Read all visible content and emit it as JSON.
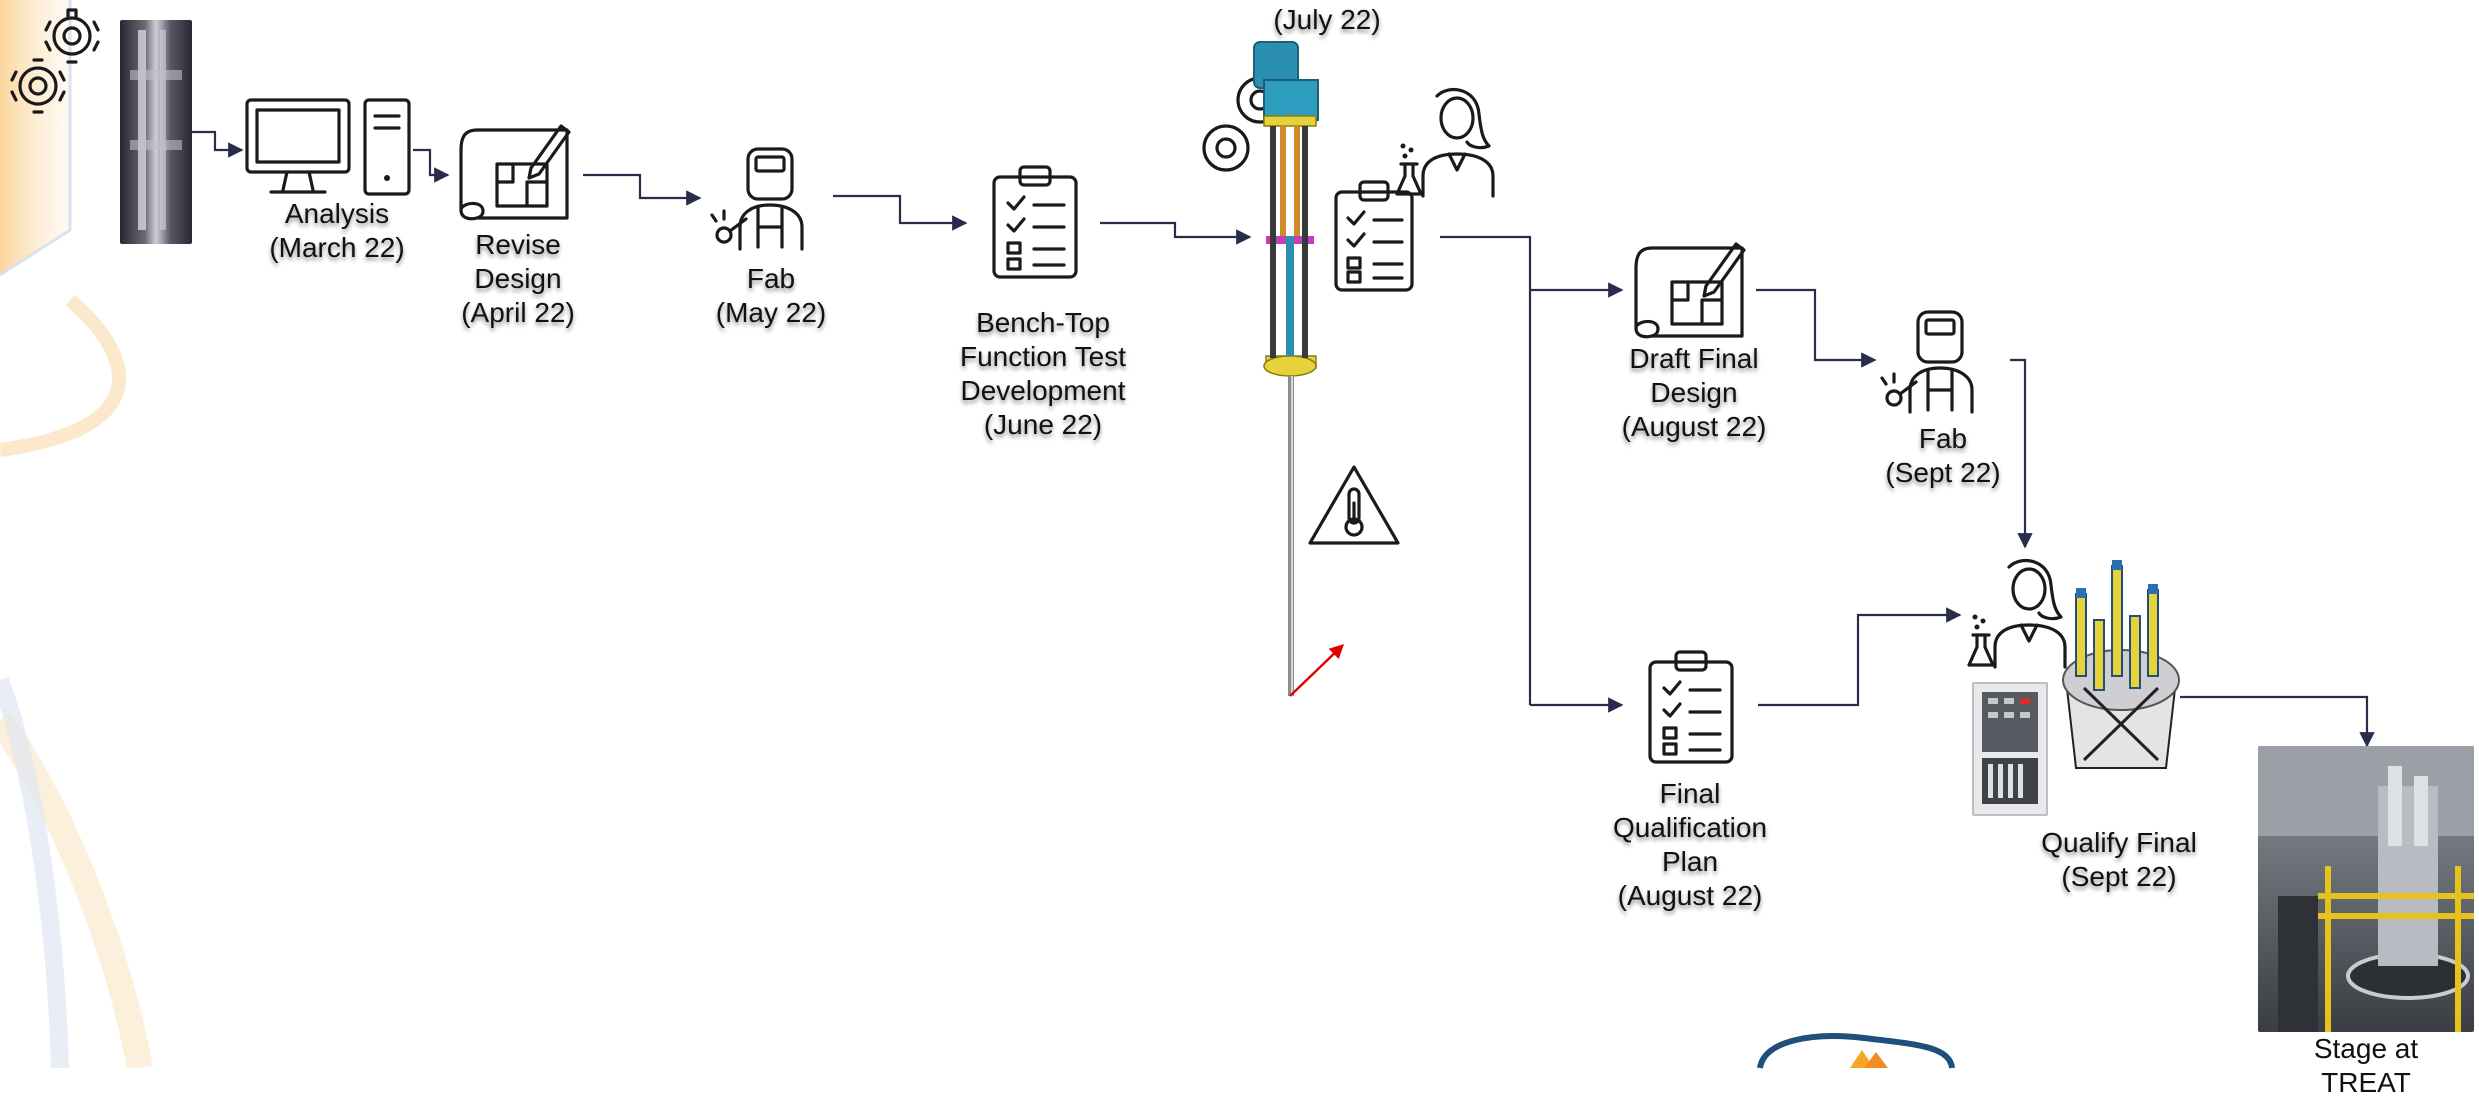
{
  "steps": {
    "analysis": "Analysis\n(March 22)",
    "revise": "Revise\nDesign\n(April 22)",
    "fab1": "Fab\n(May 22)",
    "bench": "Bench-Top\nFunction Test\nDevelopment\n(June 22)",
    "july": "(July 22)",
    "draft": "Draft Final\nDesign\n(August 22)",
    "fab2": "Fab\n(Sept 22)",
    "qualplan": "Final\nQualification\nPlan\n(August 22)",
    "qualify": "Qualify Final\n(Sept 22)",
    "treat": "Stage at TREAT"
  },
  "colors": {
    "connector": "#2a2d4a",
    "icon": "#1a1a1a",
    "accent_orange": "#f6a623",
    "accent_blue": "#1f4f7a",
    "rig_yellow": "#e6d23a",
    "rig_teal": "#2a8fb0",
    "warning_arrow": "#e00000"
  },
  "icons": [
    "gears-icon",
    "computer-monitor-icon",
    "computer-tower-icon",
    "blueprint-pencil-icon",
    "welder-icon",
    "clipboard-checklist-icon",
    "scientist-icon",
    "warning-thermometer-icon",
    "test-rig-image",
    "reactor-photo",
    "control-panel-image"
  ]
}
